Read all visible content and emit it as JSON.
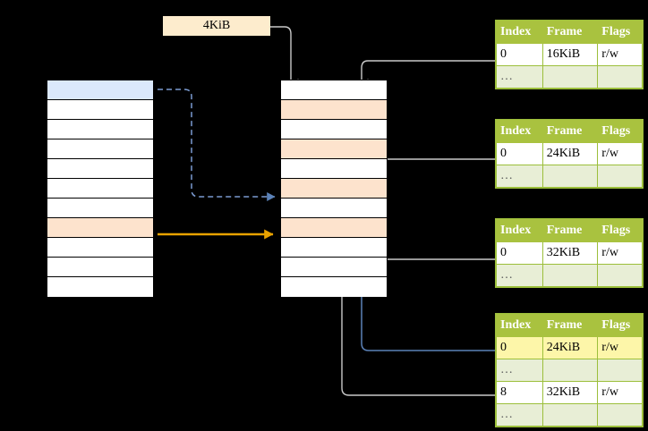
{
  "diagram": {
    "title_label": "4KiB",
    "colors": {
      "header_green": "#a9c23f",
      "alt_row_green": "#e8eed6",
      "highlight_yellow": "#fdf6a9",
      "peach": "#fde3cd",
      "blue": "#dbe8fb",
      "orange_arrow": "#e8a200",
      "blue_arrow": "#5b82b8",
      "gray_arrow": "#c8c8c8",
      "background": "#000000"
    }
  },
  "virtual_memory_column": {
    "name": "virtual-address-space",
    "row_count": 11,
    "rows": [
      {
        "index": 0,
        "fill": "blue"
      },
      {
        "index": 1,
        "fill": "white"
      },
      {
        "index": 2,
        "fill": "white"
      },
      {
        "index": 3,
        "fill": "white"
      },
      {
        "index": 4,
        "fill": "white"
      },
      {
        "index": 5,
        "fill": "white"
      },
      {
        "index": 6,
        "fill": "white"
      },
      {
        "index": 7,
        "fill": "peach"
      },
      {
        "index": 8,
        "fill": "white"
      },
      {
        "index": 9,
        "fill": "white"
      },
      {
        "index": 10,
        "fill": "white"
      }
    ]
  },
  "physical_memory_column": {
    "name": "physical-address-space",
    "row_count": 11,
    "rows": [
      {
        "index": 0,
        "fill": "white"
      },
      {
        "index": 1,
        "fill": "peach"
      },
      {
        "index": 2,
        "fill": "white"
      },
      {
        "index": 3,
        "fill": "peach"
      },
      {
        "index": 4,
        "fill": "white"
      },
      {
        "index": 5,
        "fill": "peach"
      },
      {
        "index": 6,
        "fill": "white"
      },
      {
        "index": 7,
        "fill": "peach"
      },
      {
        "index": 8,
        "fill": "white"
      },
      {
        "index": 9,
        "fill": "white"
      },
      {
        "index": 10,
        "fill": "white"
      }
    ]
  },
  "page_tables": [
    {
      "id": "page-table-1",
      "headers": [
        "Index",
        "Frame",
        "Flags"
      ],
      "rows": [
        {
          "cells": [
            "0",
            "16KiB",
            "r/w"
          ],
          "style": "normal",
          "highlight": false
        },
        {
          "cells": [
            "…",
            "",
            ""
          ],
          "style": "alt",
          "highlight": false
        }
      ]
    },
    {
      "id": "page-table-2",
      "headers": [
        "Index",
        "Frame",
        "Flags"
      ],
      "rows": [
        {
          "cells": [
            "0",
            "24KiB",
            "r/w"
          ],
          "style": "normal",
          "highlight": false
        },
        {
          "cells": [
            "…",
            "",
            ""
          ],
          "style": "alt",
          "highlight": false
        }
      ]
    },
    {
      "id": "page-table-3",
      "headers": [
        "Index",
        "Frame",
        "Flags"
      ],
      "rows": [
        {
          "cells": [
            "0",
            "32KiB",
            "r/w"
          ],
          "style": "normal",
          "highlight": false
        },
        {
          "cells": [
            "…",
            "",
            ""
          ],
          "style": "alt",
          "highlight": false
        }
      ]
    },
    {
      "id": "page-table-4",
      "headers": [
        "Index",
        "Frame",
        "Flags"
      ],
      "rows": [
        {
          "cells": [
            "0",
            "24KiB",
            "r/w"
          ],
          "style": "normal",
          "highlight": true
        },
        {
          "cells": [
            "…",
            "",
            ""
          ],
          "style": "alt",
          "highlight": false
        },
        {
          "cells": [
            "8",
            "32KiB",
            "r/w"
          ],
          "style": "normal",
          "highlight": false
        },
        {
          "cells": [
            "…",
            "",
            ""
          ],
          "style": "alt",
          "highlight": false
        }
      ]
    }
  ]
}
